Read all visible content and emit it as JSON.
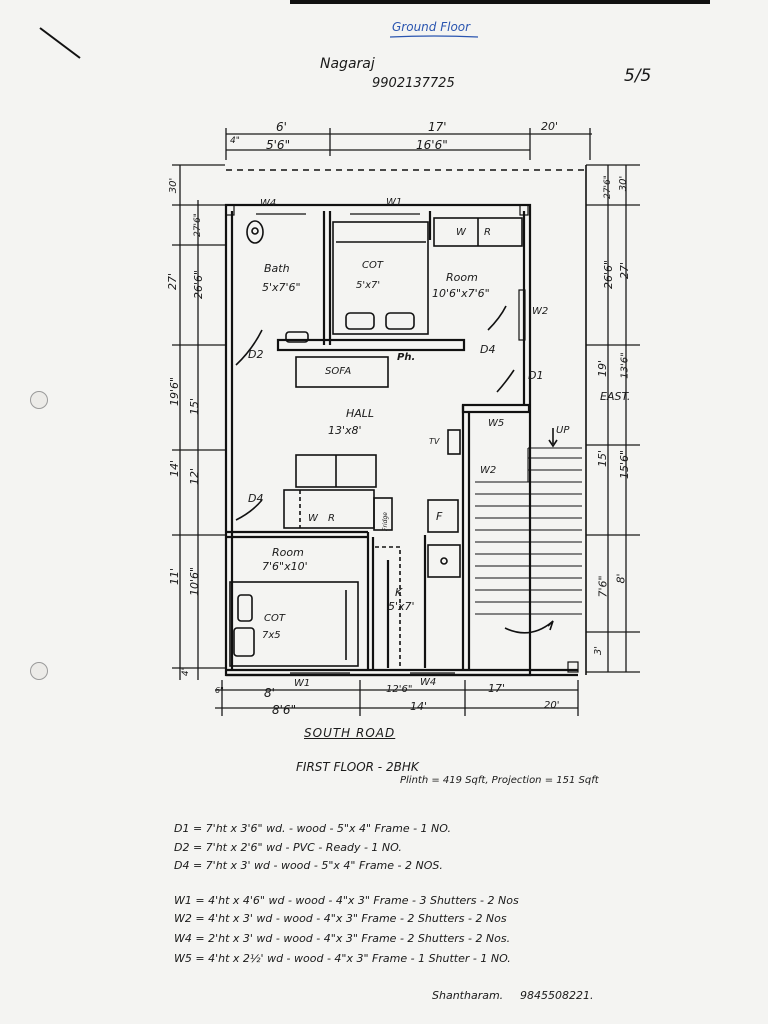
{
  "header": {
    "sheet_title": "Ground Floor",
    "client_name": "Nagaraj",
    "client_phone": "9902137725",
    "page_number": "5/5"
  },
  "plan": {
    "top_dims": {
      "a": "6'",
      "b": "17'",
      "c": "20'",
      "a2": "5'6\"",
      "b2": "16'6\"",
      "sm": "4\""
    },
    "left_dims": {
      "d1": "30'",
      "d2": "27'",
      "d3": "26'6\"",
      "d4": "19'6\"",
      "d5": "15'",
      "d6": "14'",
      "d7": "12'",
      "d8": "11'",
      "d9": "10'6\"",
      "d10": "4'",
      "d11": "27'6\""
    },
    "right_dims": {
      "r1": "30'",
      "r2": "27'6\"",
      "r3": "26'6\"",
      "r4": "27'",
      "r5": "19'",
      "r6": "13'6\"",
      "r7": "15'",
      "r8": "15'6\"",
      "r9": "8'",
      "r10": "7'6\"",
      "r11": "3'"
    },
    "bottom_dims": {
      "b1": "8'",
      "b2": "12'6\"",
      "b3": "17'",
      "b4": "8'6\"",
      "b5": "14'",
      "b6": "20'",
      "b7": "6\""
    },
    "windows": {
      "w4_top": "W4",
      "w1_top": "W1",
      "w2_right": "W2",
      "w5": "W5",
      "w2_stair": "W2",
      "w1_bottom": "W1",
      "w4_bottom": "W4"
    },
    "doors": {
      "d2": "D2",
      "d4_room": "D4",
      "d1": "D1",
      "d4_left": "D4"
    },
    "wardrobe_top": {
      "w": "W",
      "r": "R"
    },
    "wardrobe_low": {
      "w": "W",
      "r": "R"
    },
    "bath": {
      "name": "Bath",
      "size": "5'x7'6\""
    },
    "cot_top": {
      "name": "COT",
      "size": "5'x7'"
    },
    "room_top": {
      "name": "Room",
      "size": "10'6\"x7'6\""
    },
    "sofa": "SOFA",
    "ph": "Ph.",
    "hall": {
      "name": "HALL",
      "size": "13'x8'"
    },
    "tv": "TV",
    "up": "UP",
    "east": "EAST.",
    "room_low": {
      "name": "Room",
      "size": "7'6\"x10'"
    },
    "cot_low": {
      "name": "COT",
      "size": "7x5"
    },
    "kitchen": {
      "name": "K",
      "size": "5'x7'"
    },
    "fridge": "F",
    "fridge_small": "Fridge",
    "road": "SOUTH ROAD"
  },
  "summary": {
    "title": "FIRST FLOOR - 2BHK",
    "area": "Plinth = 419 Sqft, Projection = 151 Sqft"
  },
  "notes": [
    "D1 = 7'ht x 3'6\" wd. - wood - 5\"x 4\" Frame - 1 NO.",
    "D2 = 7'ht x 2'6\" wd - PVC - Ready          - 1 NO.",
    "D4 = 7'ht x 3' wd - wood - 5\"x 4\" Frame - 2 NOS.",
    "W1 = 4'ht x 4'6\" wd - wood - 4\"x 3\" Frame - 3 Shutters - 2 Nos",
    "W2 = 4'ht x 3' wd - wood - 4\"x 3\" Frame - 2 Shutters - 2 Nos",
    "W4 = 2'ht x 3' wd - wood - 4\"x 3\" Frame - 2 Shutters - 2 Nos.",
    "W5 = 4'ht x 2½' wd - wood - 4\"x 3\" Frame - 1 Shutter - 1 NO."
  ],
  "signature": {
    "name": "Shantharam.",
    "phone": "9845508221."
  }
}
